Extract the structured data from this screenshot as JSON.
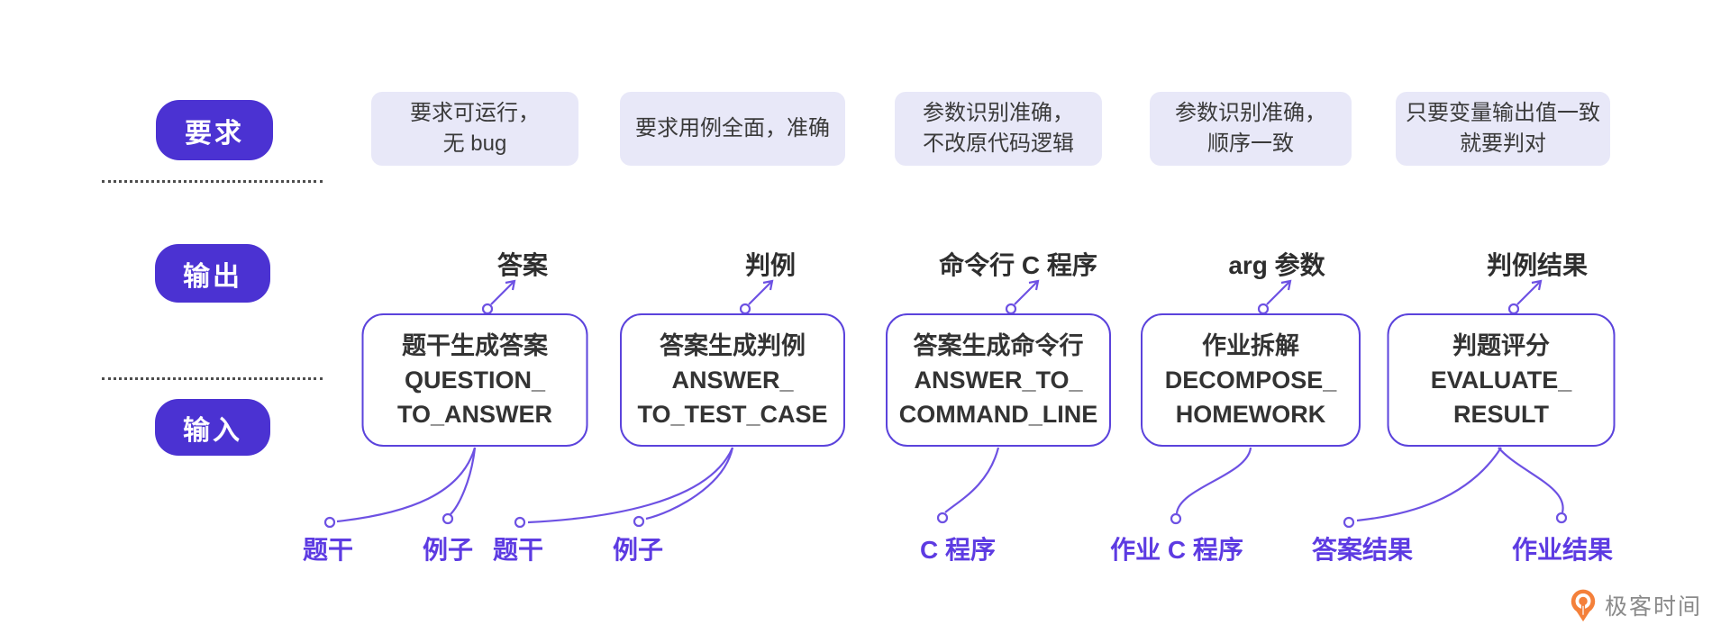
{
  "rows": {
    "requirement_label": "要求",
    "output_label": "输出",
    "input_label": "输入"
  },
  "columns": [
    {
      "requirement_lines": [
        "要求可运行，",
        "无 bug"
      ],
      "node": {
        "title": "题干生成答案",
        "code_lines": [
          "QUESTION_",
          "TO_ANSWER"
        ]
      },
      "output": "答案",
      "inputs": [
        "题干",
        "例子"
      ]
    },
    {
      "requirement_lines": [
        "要求用例全面，准确"
      ],
      "node": {
        "title": "答案生成判例",
        "code_lines": [
          "ANSWER_",
          "TO_TEST_CASE"
        ]
      },
      "output": "判例",
      "inputs": [
        "题干",
        "例子"
      ]
    },
    {
      "requirement_lines": [
        "参数识别准确，",
        "不改原代码逻辑"
      ],
      "node": {
        "title": "答案生成命令行",
        "code_lines": [
          "ANSWER_TO_",
          "COMMAND_LINE"
        ]
      },
      "output": "命令行 C 程序",
      "inputs": [
        "C 程序"
      ]
    },
    {
      "requirement_lines": [
        "参数识别准确，",
        "顺序一致"
      ],
      "node": {
        "title": "作业拆解",
        "code_lines": [
          "DECOMPOSE_",
          "HOMEWORK"
        ]
      },
      "output": "arg 参数",
      "inputs": [
        "作业 C 程序"
      ]
    },
    {
      "requirement_lines": [
        "只要变量输出值一致",
        "就要判对"
      ],
      "node": {
        "title": "判题评分",
        "code_lines": [
          "EVALUATE_",
          "RESULT"
        ]
      },
      "output": "判例结果",
      "inputs": [
        "答案结果",
        "作业结果"
      ]
    }
  ],
  "colors": {
    "pill_bg": "#4b32d2",
    "pill_text": "#ffffff",
    "requirement_box_bg": "#e8e8f8",
    "requirement_text": "#3a3a3a",
    "node_border": "#5b43dc",
    "node_text": "#333333",
    "connector": "#6d51e3",
    "output_text": "#2e2e2e",
    "input_text": "#5d3be2",
    "logo_orange": "#f4803a",
    "logo_text_color": "#8a8a8a"
  },
  "logo": {
    "text": "极客时间",
    "icon": "geektime-pin-icon"
  }
}
